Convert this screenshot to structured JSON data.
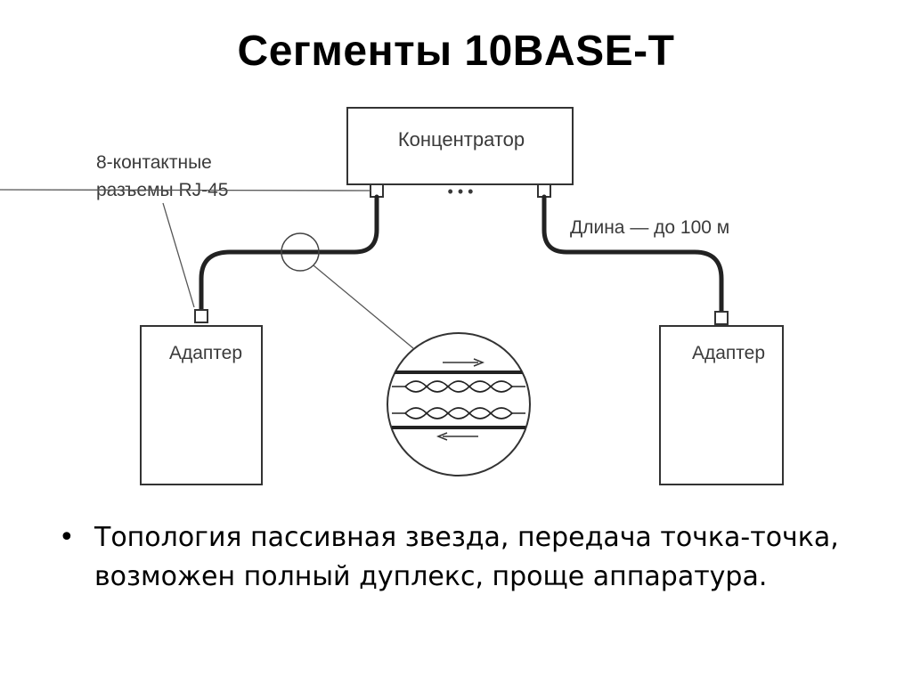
{
  "slide": {
    "title": "Сегменты 10BASE-T"
  },
  "diagram": {
    "hub_label": "Концентратор",
    "connector_label_line1": "8-контактные",
    "connector_label_line2": "разъемы RJ-45",
    "ellipsis": "• • •",
    "length_label": "Длина — до 100 м",
    "adapter_left_label": "Адаптер",
    "adapter_right_label": "Адаптер"
  },
  "bullets": {
    "marker": "•",
    "items": [
      "Топология пассивная звезда, передача точка-точка, возможен полный дуплекс, проще аппаратура."
    ]
  }
}
